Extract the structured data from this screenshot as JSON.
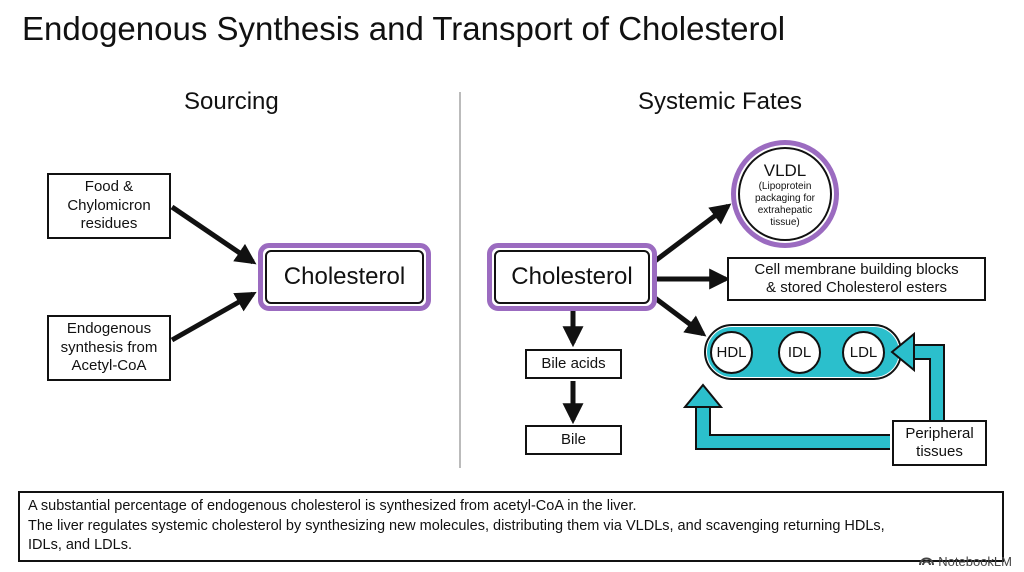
{
  "title": "Endogenous Synthesis and Transport of Cholesterol",
  "left": {
    "heading": "Sourcing",
    "inputs": [
      "Food &\nChylomicron\nresidues",
      "Endogenous\nsynthesis from\nAcetyl-CoA"
    ],
    "center": "Cholesterol"
  },
  "right": {
    "heading": "Systemic Fates",
    "center": "Cholesterol",
    "vldl": {
      "name": "VLDL",
      "desc": "(Lipoprotein\npackaging for\nextrahepatic\ntissue)"
    },
    "membrane": "Cell membrane building blocks\n& stored Cholesterol esters",
    "lipoproteins": [
      "HDL",
      "IDL",
      "LDL"
    ],
    "bile_acids": "Bile acids",
    "bile": "Bile",
    "peripheral": "Peripheral\ntissues"
  },
  "note": {
    "line1": "A substantial percentage of endogenous cholesterol is synthesized from acetyl-CoA in the liver.",
    "line2": "The liver regulates systemic cholesterol by synthesizing new molecules, distributing them via VLDLs, and scavenging returning HDLs, IDLs, and LDLs."
  },
  "brand": "NotebookLM",
  "colors": {
    "purple": "#9b6bc0",
    "teal": "#2bbfcc"
  }
}
